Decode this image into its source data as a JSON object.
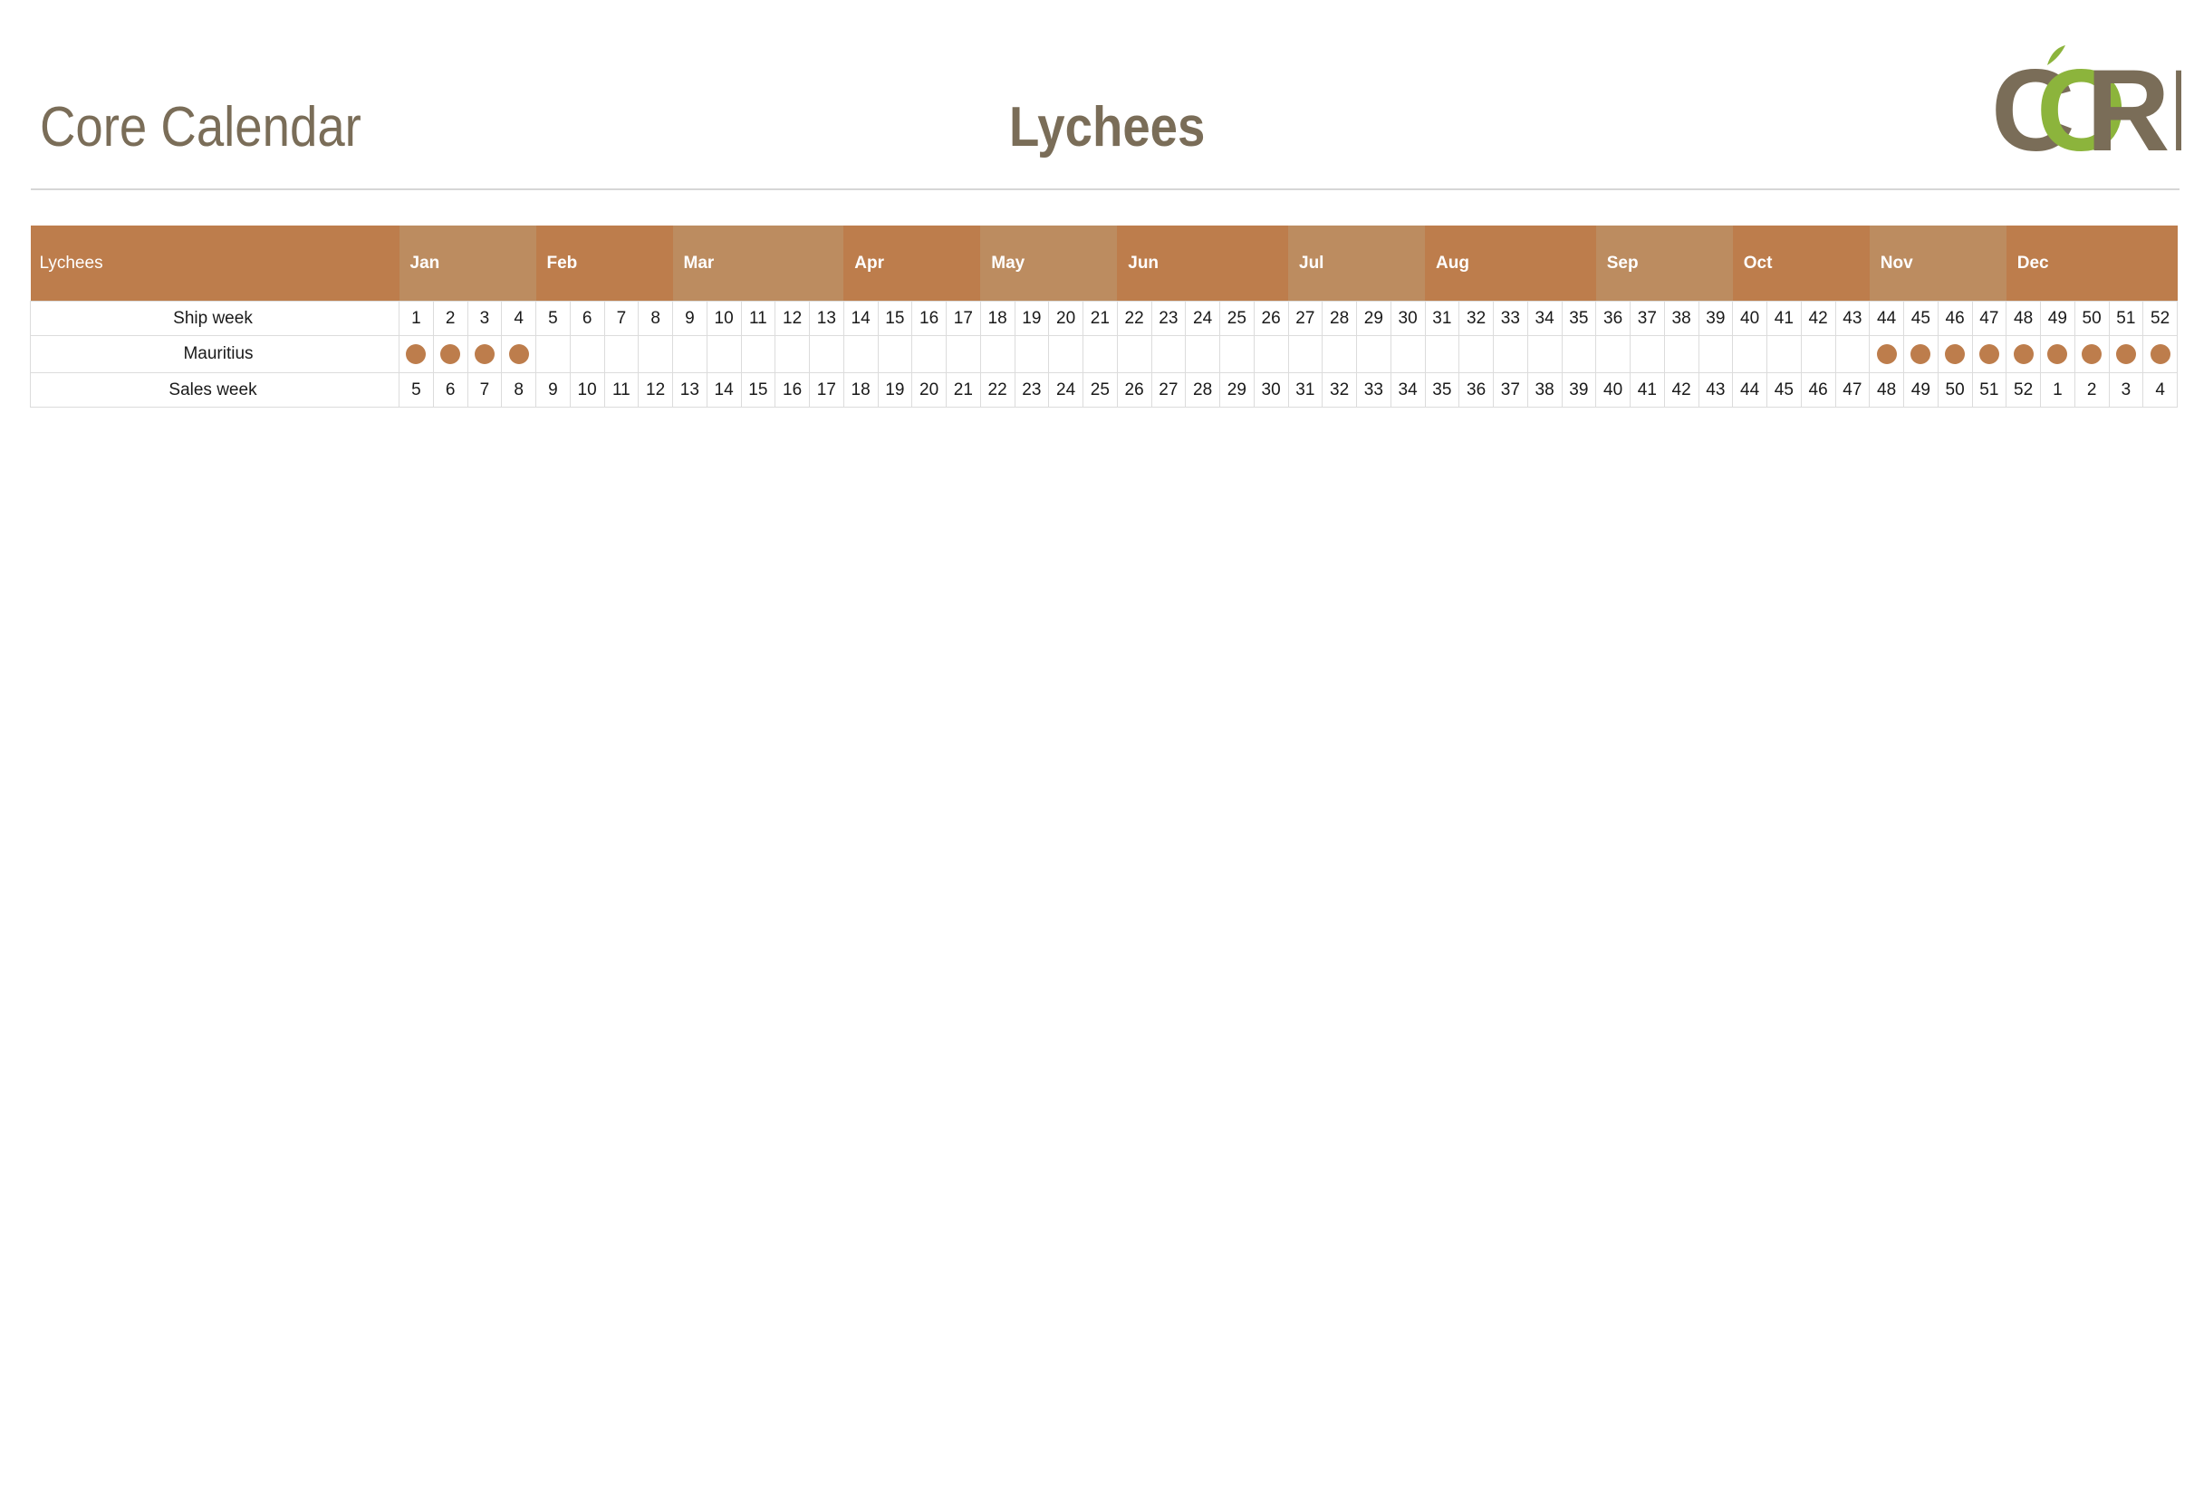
{
  "header": {
    "title": "Core Calendar",
    "heading": "Lychees",
    "logo": {
      "text_left": "C",
      "text_o": "O",
      "text_right": "RE",
      "brand_color": "#7a6d58",
      "accent_color": "#8cb43c"
    }
  },
  "calendar": {
    "product": "Lychees",
    "colors": {
      "month_dark": "#bd7d4c",
      "month_light": "#bc8c60",
      "dot": "#bd7d4c"
    },
    "months": [
      {
        "label": "Jan",
        "weeks": 4,
        "shade": "light"
      },
      {
        "label": "Feb",
        "weeks": 4,
        "shade": "dark"
      },
      {
        "label": "Mar",
        "weeks": 5,
        "shade": "light"
      },
      {
        "label": "Apr",
        "weeks": 4,
        "shade": "dark"
      },
      {
        "label": "May",
        "weeks": 4,
        "shade": "light"
      },
      {
        "label": "Jun",
        "weeks": 5,
        "shade": "dark"
      },
      {
        "label": "Jul",
        "weeks": 4,
        "shade": "light"
      },
      {
        "label": "Aug",
        "weeks": 5,
        "shade": "dark"
      },
      {
        "label": "Sep",
        "weeks": 4,
        "shade": "light"
      },
      {
        "label": "Oct",
        "weeks": 4,
        "shade": "dark"
      },
      {
        "label": "Nov",
        "weeks": 4,
        "shade": "light"
      },
      {
        "label": "Dec",
        "weeks": 5,
        "shade": "dark"
      }
    ],
    "ship_week_label": "Ship week",
    "ship_weeks": [
      "1",
      "2",
      "3",
      "4",
      "5",
      "6",
      "7",
      "8",
      "9",
      "10",
      "11",
      "12",
      "13",
      "14",
      "15",
      "16",
      "17",
      "18",
      "19",
      "20",
      "21",
      "22",
      "23",
      "24",
      "25",
      "26",
      "27",
      "28",
      "29",
      "30",
      "31",
      "32",
      "33",
      "34",
      "35",
      "36",
      "37",
      "38",
      "39",
      "40",
      "41",
      "42",
      "43",
      "44",
      "45",
      "46",
      "47",
      "48",
      "49",
      "50",
      "51",
      "52"
    ],
    "origins": [
      {
        "name": "Mauritius",
        "available_weeks": [
          1,
          2,
          3,
          4,
          44,
          45,
          46,
          47,
          48,
          49,
          50,
          51,
          52
        ]
      }
    ],
    "sales_week_label": "Sales week",
    "sales_weeks": [
      "5",
      "6",
      "7",
      "8",
      "9",
      "10",
      "11",
      "12",
      "13",
      "14",
      "15",
      "16",
      "17",
      "18",
      "19",
      "20",
      "21",
      "22",
      "23",
      "24",
      "25",
      "26",
      "27",
      "28",
      "29",
      "30",
      "31",
      "32",
      "33",
      "34",
      "35",
      "36",
      "37",
      "38",
      "39",
      "40",
      "41",
      "42",
      "43",
      "44",
      "45",
      "46",
      "47",
      "48",
      "49",
      "50",
      "51",
      "52",
      "1",
      "2",
      "3",
      "4"
    ]
  }
}
